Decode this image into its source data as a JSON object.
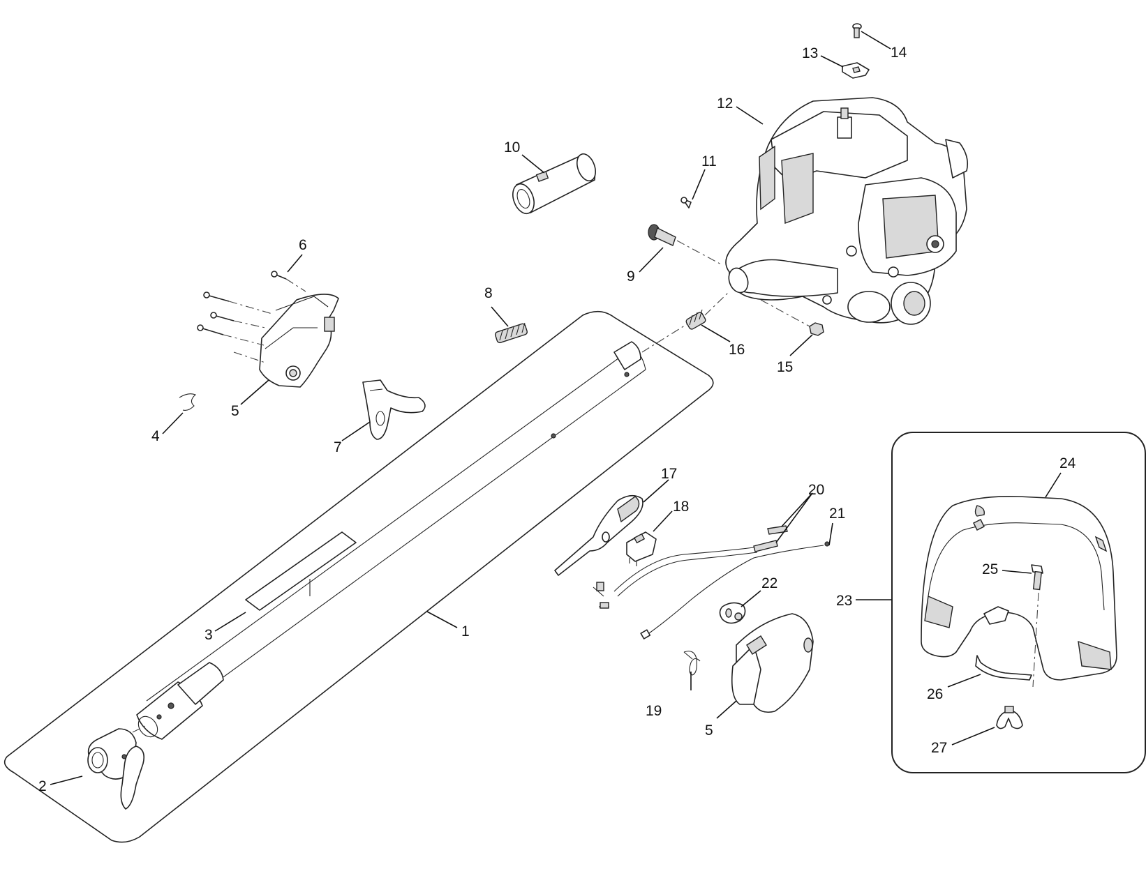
{
  "diagram": {
    "parts": [
      {
        "id": "1",
        "label": "1"
      },
      {
        "id": "2",
        "label": "2"
      },
      {
        "id": "3",
        "label": "3"
      },
      {
        "id": "4",
        "label": "4"
      },
      {
        "id": "5a",
        "label": "5"
      },
      {
        "id": "5b",
        "label": "5"
      },
      {
        "id": "6",
        "label": "6"
      },
      {
        "id": "7",
        "label": "7"
      },
      {
        "id": "8",
        "label": "8"
      },
      {
        "id": "9",
        "label": "9"
      },
      {
        "id": "10",
        "label": "10"
      },
      {
        "id": "11",
        "label": "11"
      },
      {
        "id": "12",
        "label": "12"
      },
      {
        "id": "13",
        "label": "13"
      },
      {
        "id": "14",
        "label": "14"
      },
      {
        "id": "15",
        "label": "15"
      },
      {
        "id": "16",
        "label": "16"
      },
      {
        "id": "17",
        "label": "17"
      },
      {
        "id": "18",
        "label": "18"
      },
      {
        "id": "19",
        "label": "19"
      },
      {
        "id": "20",
        "label": "20"
      },
      {
        "id": "21",
        "label": "21"
      },
      {
        "id": "22",
        "label": "22"
      },
      {
        "id": "23",
        "label": "23"
      },
      {
        "id": "24",
        "label": "24"
      },
      {
        "id": "25",
        "label": "25"
      },
      {
        "id": "26",
        "label": "26"
      },
      {
        "id": "27",
        "label": "27"
      }
    ]
  }
}
